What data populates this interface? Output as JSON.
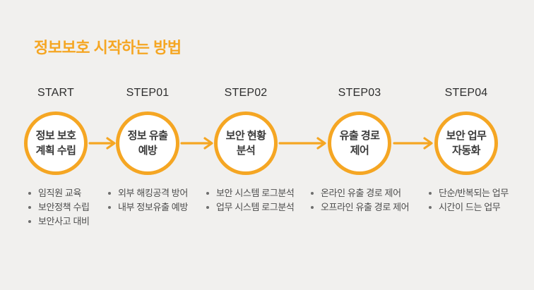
{
  "title": "정보보호 시작하는 방법",
  "colors": {
    "accent": "#F5A623",
    "background": "#F1F0EE",
    "circle_fill": "#FFFFFF",
    "step_label_text": "#2E2E2E",
    "circle_text": "#3B3B3B",
    "bullet_text": "#4D4D4D"
  },
  "steps": [
    {
      "label": "START",
      "circle_lines": [
        "정보 보호",
        "계획 수립"
      ],
      "bullets": [
        "임직원 교육",
        "보안정책 수립",
        "보안사고 대비"
      ]
    },
    {
      "label": "STEP01",
      "circle_lines": [
        "정보 유출",
        "예방"
      ],
      "bullets": [
        "외부 해킹공격 방어",
        "내부 정보유출 예방"
      ]
    },
    {
      "label": "STEP02",
      "circle_lines": [
        "보안 현황",
        "분석"
      ],
      "bullets": [
        "보안 시스템 로그분석",
        "업무 시스템 로그분석"
      ]
    },
    {
      "label": "STEP03",
      "circle_lines": [
        "유출 경로",
        "제어"
      ],
      "bullets": [
        "온라인 유출 경로 제어",
        "오프라인 유출 경로 제어"
      ]
    },
    {
      "label": "STEP04",
      "circle_lines": [
        "보안 업무",
        "자동화"
      ],
      "bullets": [
        "단순/반복되는 업무",
        "시간이 드는 업무"
      ]
    }
  ]
}
